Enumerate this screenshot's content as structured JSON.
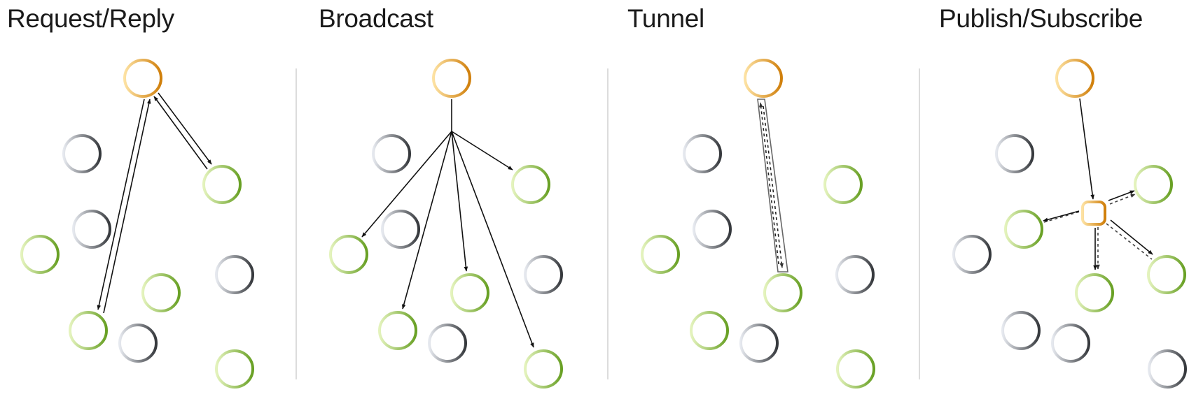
{
  "panels": [
    {
      "key": "request-reply",
      "title": "Request/Reply"
    },
    {
      "key": "broadcast",
      "title": "Broadcast"
    },
    {
      "key": "tunnel",
      "title": "Tunnel"
    },
    {
      "key": "publish-subscribe",
      "title": "Publish/Subscribe"
    }
  ],
  "node_roles": {
    "source": "orange ring",
    "receiver": "green ring",
    "idle": "gray ring",
    "broker": "orange rounded square"
  },
  "colors": {
    "source_light": "#fbd58a",
    "source_dark": "#d4880f",
    "receiver_light": "#dff0b3",
    "receiver_dark": "#6fa32a",
    "idle_light": "#dfe3ea",
    "idle_dark": "#3f4247",
    "arrow": "#111111",
    "dashed": "#555555",
    "divider": "#d9d9d9"
  }
}
